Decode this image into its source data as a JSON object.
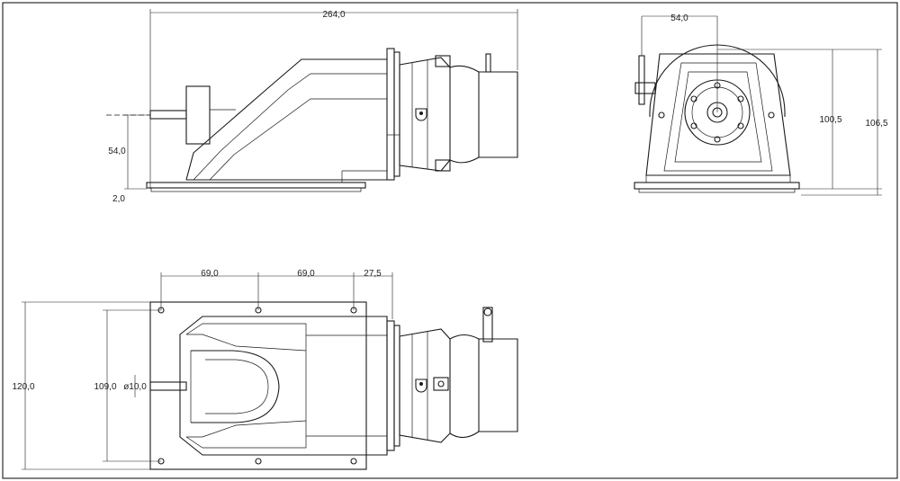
{
  "dimensions": {
    "overall_length": "264,0",
    "flange_offset": "54,0",
    "shaft_height": "54,0",
    "plate_thickness": "2,0",
    "height_a": "100,5",
    "height_b": "106,5",
    "hole_spacing_1": "69,0",
    "hole_spacing_2": "69,0",
    "hole_spacing_3": "27,5",
    "plate_width": "120,0",
    "hole_width": "109,0",
    "shaft_diameter": "ø10,0"
  }
}
